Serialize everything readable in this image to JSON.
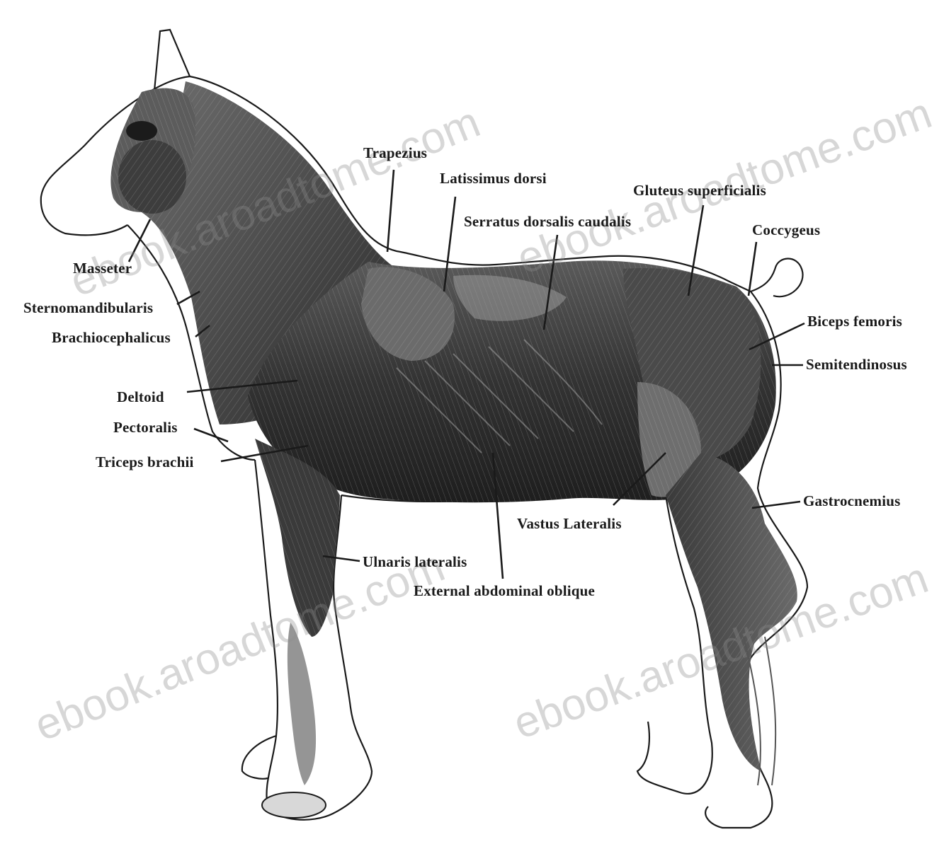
{
  "labels": {
    "trapezius": "Trapezius",
    "latissimus_dorsi": "Latissimus dorsi",
    "serratus_dorsalis_caudalis": "Serratus dorsalis caudalis",
    "gluteus_superficialis": "Gluteus superficialis",
    "coccygeus": "Coccygeus",
    "masseter": "Masseter",
    "sternomandibularis": "Sternomandibularis",
    "brachiocephalicus": "Brachiocephalicus",
    "biceps_femoris": "Biceps femoris",
    "semitendinosus": "Semitendinosus",
    "deltoid": "Deltoid",
    "pectoralis": "Pectoralis",
    "triceps_brachii": "Triceps brachii",
    "gastrocnemius": "Gastrocnemius",
    "vastus_lateralis": "Vastus Lateralis",
    "ulnaris_lateralis": "Ulnaris lateralis",
    "external_abdominal_oblique": "External abdominal oblique"
  },
  "watermark": "ebook.aroadtome.com",
  "colors": {
    "ink": "#1a1a1a",
    "muscle_dark": "#2b2b2b",
    "muscle_mid": "#4a4a4a",
    "background": "#ffffff"
  }
}
